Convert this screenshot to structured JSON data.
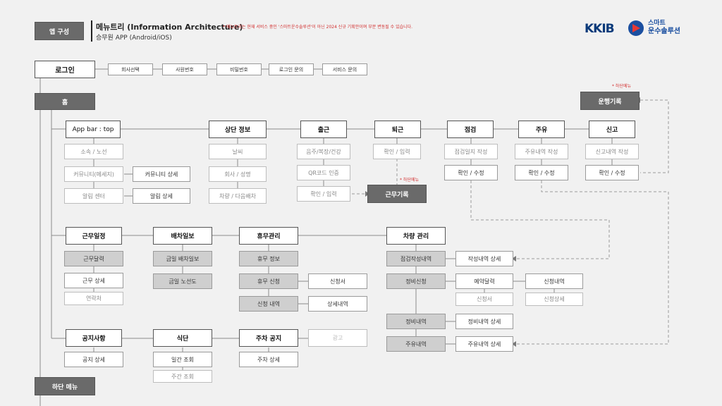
{
  "header": {
    "tag": "앱 구성",
    "title": "메뉴트리 (Information Architecture)",
    "note": "메뉴트리는 현재 서비스 중인 '스마트운수솔루션'이 아닌 2024 신규 기획안이며 부분 변동될 수 있습니다.",
    "subtitle": "승무원 APP (Android/iOS)",
    "logo1": "KKIB",
    "logo2_line1": "스마트",
    "logo2_line2": "운수솔루션"
  },
  "login": {
    "label": "로그인",
    "children": [
      "회사선택",
      "사원번호",
      "비밀번호",
      "로그인 문의",
      "서비스 문의"
    ]
  },
  "home": "홈",
  "bottom_menu": "하단 메뉴",
  "annotations": {
    "bottom_note": "하단메뉴",
    "bottom_note2": "하단메뉴"
  },
  "drive_log": "운행기록",
  "work_record": "근무기록",
  "sections": {
    "appbar": {
      "title": "App bar : top",
      "items": [
        "소속 / 노선",
        "커뮤니티(메세지)",
        "알림 센터"
      ],
      "sub": [
        "커뮤니티 상세",
        "알림 상세"
      ]
    },
    "top_info": {
      "title": "상단 정보",
      "items": [
        "날씨",
        "회사 / 성명",
        "차량 / 다음배차"
      ]
    },
    "checkin": {
      "title": "출근",
      "items": [
        "음주/복장/건강",
        "QR코드 인증",
        "확인 / 입력"
      ]
    },
    "checkout": {
      "title": "퇴근",
      "items": [
        "확인 / 입력"
      ]
    },
    "inspect": {
      "title": "점검",
      "items": [
        "점검일지 작성",
        "확인 / 수정"
      ]
    },
    "fuel": {
      "title": "주유",
      "items": [
        "주유내역 작성",
        "확인 / 수정"
      ]
    },
    "report": {
      "title": "신고",
      "items": [
        "신고내역 작성",
        "확인 / 수정"
      ]
    },
    "schedule": {
      "title": "근무일정",
      "items": [
        "근무달력",
        "근무 상세",
        "연락처"
      ]
    },
    "dispatch": {
      "title": "배차일보",
      "items": [
        "금일 배차일보",
        "금일 노선도"
      ]
    },
    "leave": {
      "title": "휴무관리",
      "items": [
        "휴무 정보",
        "휴무 신청",
        "신청 내역"
      ],
      "sub": [
        "신청서",
        "상세내역"
      ]
    },
    "vehicle": {
      "title": "차량 관리",
      "items": [
        "점검작성내역",
        "정비신청",
        "정비내역",
        "주유내역"
      ],
      "sub": [
        "작성내역 상세",
        "예약달력",
        "신청내역",
        "신청서",
        "신청상세",
        "정비내역 상세",
        "주유내역 상세"
      ]
    },
    "notice": {
      "title": "공지사항",
      "items": [
        "공지 상세"
      ]
    },
    "meal": {
      "title": "식단",
      "items": [
        "일간 조회",
        "주간 조회"
      ]
    },
    "parking": {
      "title": "주차 공지",
      "items": [
        "주차 상세"
      ]
    },
    "ad": "광고"
  }
}
